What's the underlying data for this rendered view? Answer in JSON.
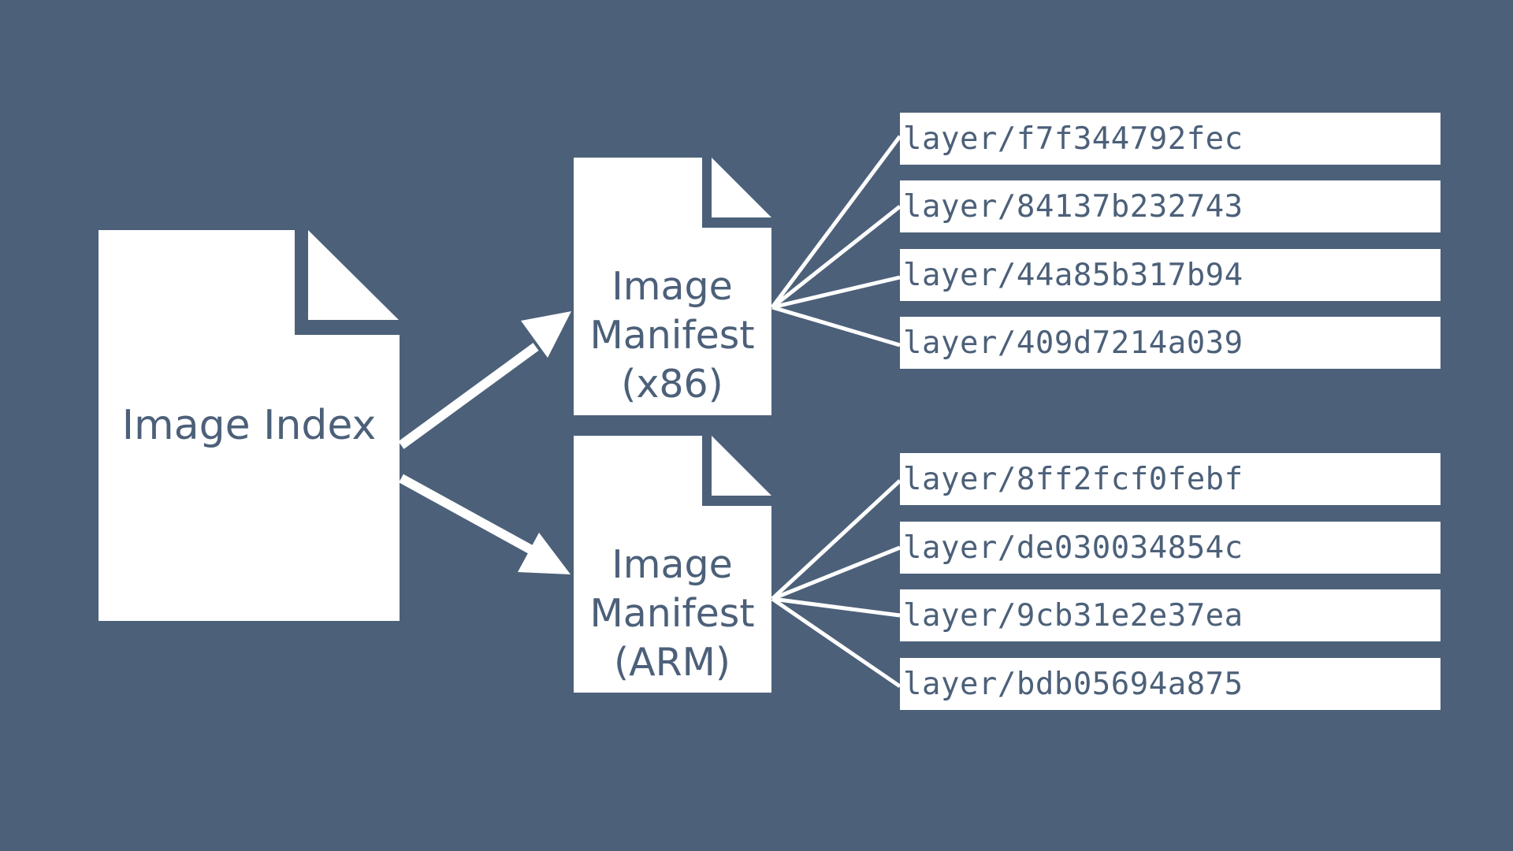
{
  "colors": {
    "background": "#4c6079",
    "foreground": "#ffffff",
    "text": "#4c6079"
  },
  "icons": {
    "document": "document-icon",
    "arrow": "arrow-icon"
  },
  "image_index": {
    "label": "Image Index"
  },
  "manifests": [
    {
      "line1": "Image",
      "line2": "Manifest",
      "line3": "(x86)",
      "layers": [
        "layer/f7f344792fec",
        "layer/84137b232743",
        "layer/44a85b317b94",
        "layer/409d7214a039"
      ]
    },
    {
      "line1": "Image",
      "line2": "Manifest",
      "line3": "(ARM)",
      "layers": [
        "layer/8ff2fcf0febf",
        "layer/de030034854c",
        "layer/9cb31e2e37ea",
        "layer/bdb05694a875"
      ]
    }
  ]
}
